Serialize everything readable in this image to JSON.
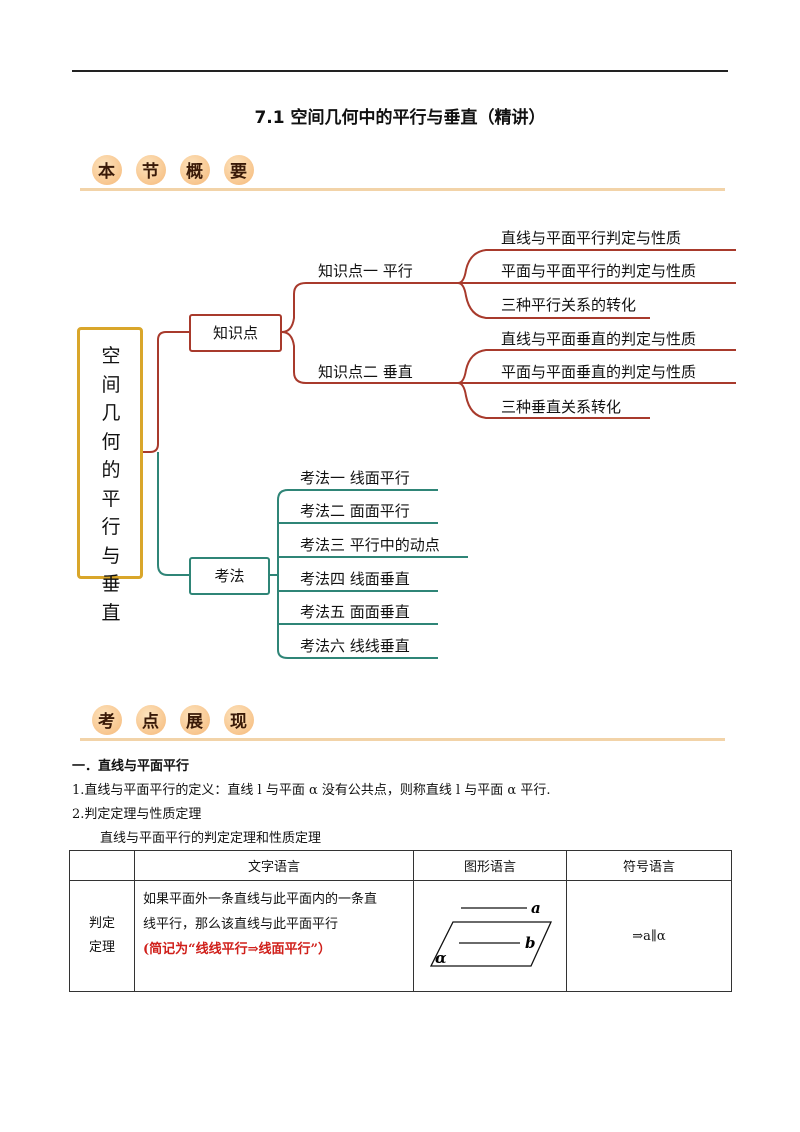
{
  "title": "7.1  空间几何中的平行与垂直（精讲）",
  "banner1": {
    "chars": [
      "本",
      "节",
      "概",
      "要"
    ]
  },
  "banner2": {
    "chars": [
      "考",
      "点",
      "展",
      "现"
    ]
  },
  "mindmap": {
    "root": [
      "空",
      "间",
      "几",
      "何",
      "的",
      "平",
      "行",
      "与",
      "垂",
      "直"
    ],
    "branch1": {
      "label": "知识点",
      "sub1": {
        "label": "知识点一    平行",
        "leaves": [
          "直线与平面平行判定与性质",
          "平面与平面平行的判定与性质",
          "三种平行关系的转化"
        ]
      },
      "sub2": {
        "label": "知识点二    垂直",
        "leaves": [
          "直线与平面垂直的判定与性质",
          "平面与平面垂直的判定与性质",
          "三种垂直关系转化"
        ]
      }
    },
    "branch2": {
      "label": "考法",
      "leaves": [
        "考法一  线面平行",
        "考法二  面面平行",
        "考法三  平行中的动点",
        "考法四  线面垂直",
        "考法五  面面垂直",
        "考法六  线线垂直"
      ]
    }
  },
  "section1": {
    "heading": "一．直线与平面平行",
    "p1": "1.直线与平面平行的定义：直线 l 与平面 α 没有公共点，则称直线 l 与平面 α 平行.",
    "p2": "2.判定定理与性质定理",
    "p3": "直线与平面平行的判定定理和性质定理"
  },
  "table": {
    "headers": [
      "",
      "文字语言",
      "图形语言",
      "符号语言"
    ],
    "row1": {
      "label_line1": "判定",
      "label_line2": "定理",
      "text_line1": "如果平面外一条直线与此平面内的一条直",
      "text_line2": "线平行，那么该直线与此平面平行",
      "text_note": "(简记为“线线平行⇒线面平行”）",
      "figure_labels": {
        "a": "a",
        "b": "b",
        "alpha": "α"
      },
      "symbol": "⇒a∥α"
    }
  },
  "colors": {
    "red_branch": "#a83a2c",
    "teal_branch": "#2f8577",
    "root_border": "#d9a62a",
    "banner_rule": "#f2d3a8"
  }
}
